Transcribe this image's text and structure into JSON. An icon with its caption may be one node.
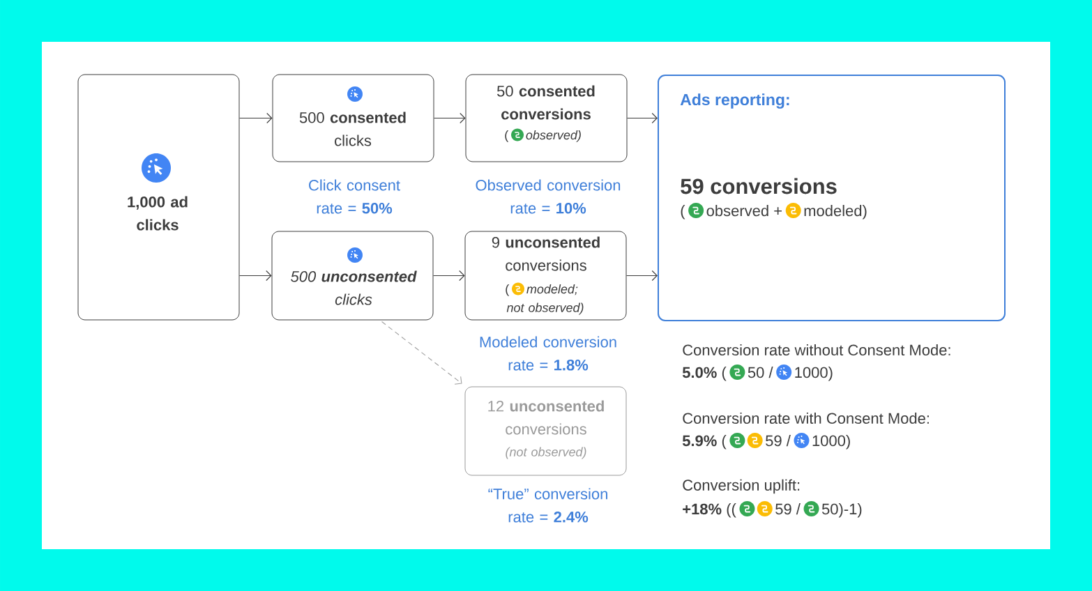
{
  "diagram": {
    "nodes": [
      {
        "text": [
          "1,000 ad clicks"
        ]
      },
      {
        "text": [
          "500 **consented** clicks"
        ]
      },
      {
        "text": [
          "50 **consented conversions**",
          "(",
          "observed)"
        ]
      },
      {
        "text": [
          "9 **unconsented** conversions",
          "(",
          "modeled;",
          "not observed)"
        ]
      },
      {
        "text": [
          "500 **unconsented** clicks"
        ]
      },
      {
        "text": [
          "12 **unconsented** conversions",
          "(not observed)"
        ]
      },
      {
        "text": [
          "Ads reporting:",
          "59 conversions",
          "(",
          "observed +",
          "modeled)"
        ]
      }
    ],
    "edges": [
      {
        "from": 0,
        "to": 1,
        "arrow": "to"
      },
      {
        "from": 0,
        "to": 4,
        "arrow": "to"
      },
      {
        "from": 1,
        "to": 2,
        "arrow": "to"
      },
      {
        "from": 4,
        "to": 3,
        "arrow": "to"
      },
      {
        "from": 2,
        "to": 6,
        "arrow": "to"
      },
      {
        "from": 3,
        "to": 6,
        "arrow": "to"
      },
      {
        "from": 4,
        "to": 5,
        "arrow": "to",
        "style": "dashed",
        "color": "#a0a0a0"
      }
    ],
    "labels": [
      "Click consent rate = **50%**",
      "Observed conversion rate = **10%**",
      "Modeled conversion rate = **1.8%**",
      "“True” conversion rate = **2.4%**",
      "Conversion rate without Consent Mode:",
      "**5.0%** (",
      "50 /",
      "1000)",
      "Conversion rate with Consent Mode:",
      "**5.9%** (",
      "59 /",
      "1000)",
      "Conversion uplift:",
      "**+18%** ((",
      "59 /",
      "50)-1)"
    ]
  }
}
